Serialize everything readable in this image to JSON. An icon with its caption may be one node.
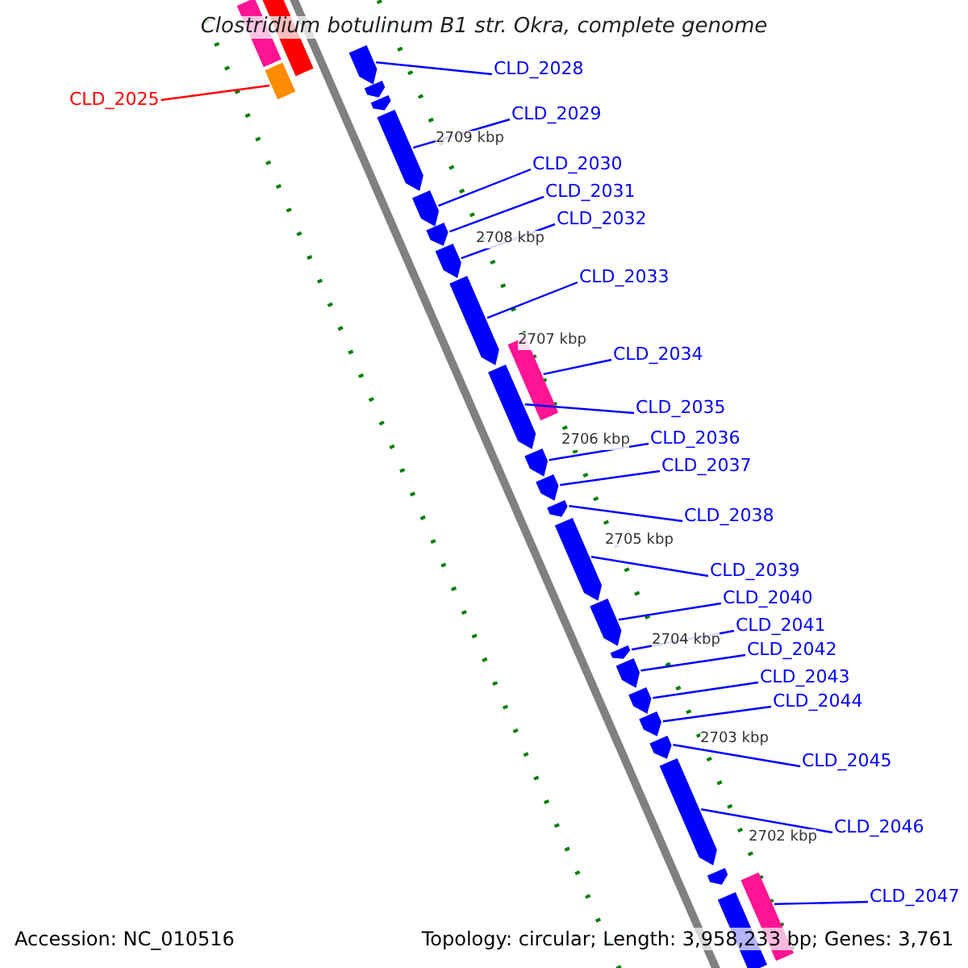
{
  "diagram": {
    "title": "Clostridium botulinum B1 str. Okra, complete genome",
    "nodes": [
      {
        "text": [
          "CLD_2025"
        ]
      },
      {
        "text": [
          "CLD_2028"
        ]
      },
      {
        "text": [
          "CLD_2029"
        ]
      },
      {
        "text": [
          "CLD_2030"
        ]
      },
      {
        "text": [
          "CLD_2031"
        ]
      },
      {
        "text": [
          "CLD_2032"
        ]
      },
      {
        "text": [
          "CLD_2033"
        ]
      },
      {
        "text": [
          "CLD_2034"
        ]
      },
      {
        "text": [
          "CLD_2035"
        ]
      },
      {
        "text": [
          "CLD_2036"
        ]
      },
      {
        "text": [
          "CLD_2037"
        ]
      },
      {
        "text": [
          "CLD_2038"
        ]
      },
      {
        "text": [
          "CLD_2039"
        ]
      },
      {
        "text": [
          "CLD_2040"
        ]
      },
      {
        "text": [
          "CLD_2041"
        ]
      },
      {
        "text": [
          "CLD_2042"
        ]
      },
      {
        "text": [
          "CLD_2043"
        ]
      },
      {
        "text": [
          "CLD_2044"
        ]
      },
      {
        "text": [
          "CLD_2045"
        ]
      },
      {
        "text": [
          "CLD_2046"
        ]
      },
      {
        "text": [
          "CLD_2047"
        ]
      },
      {
        "text": [],
        "shape": "bar"
      },
      {
        "text": [],
        "shape": "pentagon"
      },
      {
        "text": [],
        "shape": "pentagon"
      },
      {
        "text": [],
        "shape": "pentagon"
      },
      {
        "text": [],
        "shape": "pentagon"
      },
      {
        "text": [],
        "shape": "pentagon"
      },
      {
        "text": [],
        "shape": "pentagon"
      },
      {
        "text": [],
        "shape": "bar"
      },
      {
        "text": [],
        "shape": "pentagon"
      },
      {
        "text": [],
        "shape": "pentagon"
      },
      {
        "text": [],
        "shape": "pentagon"
      },
      {
        "text": [],
        "shape": "pentagon"
      },
      {
        "text": [],
        "shape": "pentagon"
      },
      {
        "text": [],
        "shape": "pentagon"
      },
      {
        "text": [],
        "shape": "pentagon"
      },
      {
        "text": [],
        "shape": "pentagon"
      },
      {
        "text": [],
        "shape": "pentagon"
      },
      {
        "text": [],
        "shape": "pentagon"
      },
      {
        "text": [],
        "shape": "pentagon"
      },
      {
        "text": [],
        "shape": "pentagon"
      },
      {
        "text": [],
        "shape": "bar"
      },
      {
        "text": [],
        "shape": "bar"
      },
      {
        "text": [],
        "shape": "bar"
      },
      {
        "text": [],
        "shape": "pentagon"
      },
      {
        "text": [],
        "shape": "pentagon"
      },
      {
        "text": [],
        "shape": "pentagon"
      },
      {
        "text": [],
        "shape": "bar"
      }
    ],
    "edges": [
      {
        "from": 0,
        "to": 21,
        "arrow": "none",
        "color": "#ff0000"
      },
      {
        "from": 1,
        "to": 22,
        "arrow": "none"
      },
      {
        "from": 2,
        "to": 23,
        "arrow": "none"
      },
      {
        "from": 3,
        "to": 24,
        "arrow": "none"
      },
      {
        "from": 4,
        "to": 25,
        "arrow": "none"
      },
      {
        "from": 5,
        "to": 26,
        "arrow": "none"
      },
      {
        "from": 6,
        "to": 27,
        "arrow": "none"
      },
      {
        "from": 7,
        "to": 28,
        "arrow": "none"
      },
      {
        "from": 8,
        "to": 29,
        "arrow": "none"
      },
      {
        "from": 9,
        "to": 30,
        "arrow": "none"
      },
      {
        "from": 10,
        "to": 31,
        "arrow": "none"
      },
      {
        "from": 11,
        "to": 32,
        "arrow": "none"
      },
      {
        "from": 12,
        "to": 33,
        "arrow": "none"
      },
      {
        "from": 13,
        "to": 34,
        "arrow": "none"
      },
      {
        "from": 14,
        "to": 35,
        "arrow": "none"
      },
      {
        "from": 15,
        "to": 36,
        "arrow": "none"
      },
      {
        "from": 16,
        "to": 37,
        "arrow": "none"
      },
      {
        "from": 17,
        "to": 38,
        "arrow": "none"
      },
      {
        "from": 18,
        "to": 39,
        "arrow": "none"
      },
      {
        "from": 19,
        "to": 40,
        "arrow": "none"
      },
      {
        "from": 20,
        "to": 41,
        "arrow": "none"
      }
    ],
    "labels": [
      "2709 kbp",
      "2708 kbp",
      "2707 kbp",
      "2706 kbp",
      "2705 kbp",
      "2704 kbp",
      "2703 kbp",
      "2702 kbp",
      "Accession: NC_010516",
      "Topology: circular; Length: 3,958,233 bp; Genes: 3,761"
    ]
  }
}
